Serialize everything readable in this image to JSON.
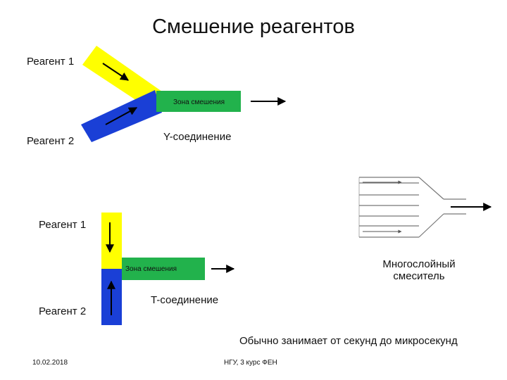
{
  "title": "Смешение реагентов",
  "y_junction": {
    "reagent1": "Реагент 1",
    "reagent2": "Реагент 2",
    "mixing_zone": "Зона смешения",
    "caption": "Y-соединение"
  },
  "t_junction": {
    "reagent1": "Реагент 1",
    "reagent2": "Реагент 2",
    "mixing_zone": "Зона смешения",
    "caption": "T-соединение"
  },
  "multilayer": {
    "caption_line1": "Многослойный",
    "caption_line2": "смеситель"
  },
  "note": "Обычно занимает от секунд до микросекунд",
  "footer": {
    "date": "10.02.2018",
    "source": "НГУ, 3 курс ФЕН"
  },
  "colors": {
    "reagent1": "#ffff00",
    "reagent2": "#1a3fd6",
    "mixing_zone": "#22b24c"
  }
}
